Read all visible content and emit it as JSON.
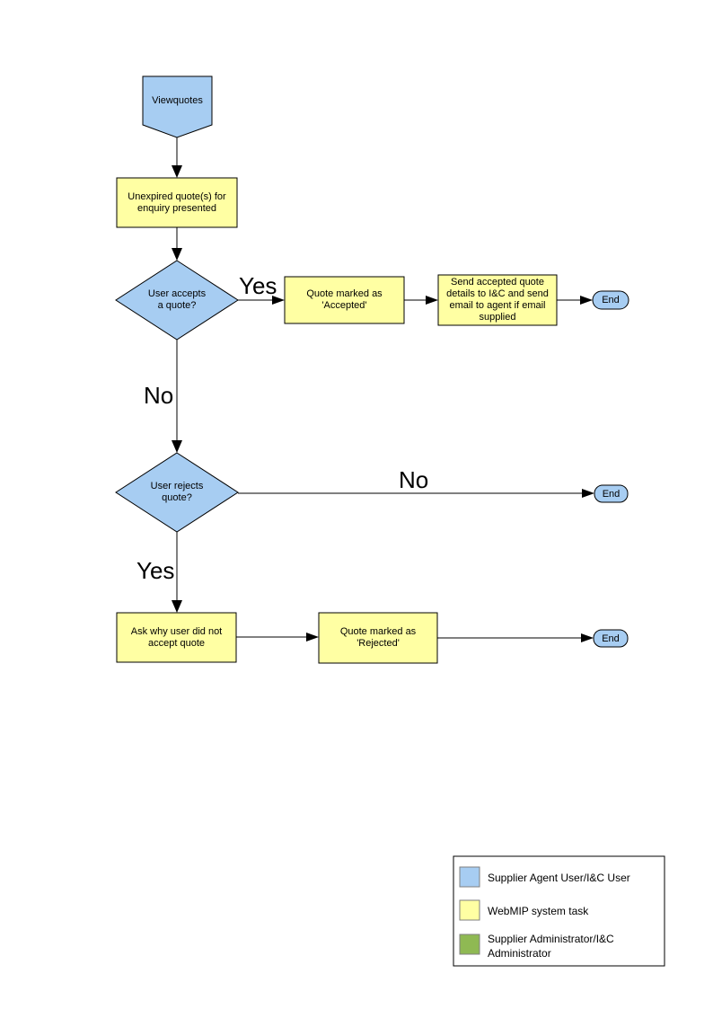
{
  "colors": {
    "actor_blue": "#a7cdf2",
    "task_yellow": "#ffffa3",
    "admin_green": "#8fb953",
    "line": "#000000"
  },
  "nodes": {
    "start": {
      "lines": [
        "Viewquotes"
      ]
    },
    "present": {
      "lines": [
        "Unexpired quote(s) for",
        "enquiry presented"
      ]
    },
    "accept_decision": {
      "lines": [
        "User accepts",
        "a quote?"
      ]
    },
    "mark_accepted": {
      "lines": [
        "Quote  marked as",
        "'Accepted'"
      ]
    },
    "send_details": {
      "lines": [
        "Send accepted quote",
        "details to I&C and send",
        "email to agent if email",
        "supplied"
      ]
    },
    "reject_decision": {
      "lines": [
        "User rejects",
        "quote?"
      ]
    },
    "ask_why": {
      "lines": [
        "Ask why user did not",
        "accept quote"
      ]
    },
    "mark_rejected": {
      "lines": [
        "Quote  marked as",
        "'Rejected'"
      ]
    },
    "end1": {
      "label": "End"
    },
    "end2": {
      "label": "End"
    },
    "end3": {
      "label": "End"
    }
  },
  "edges": {
    "accept_yes": "Yes",
    "accept_no": "No",
    "reject_no": "No",
    "reject_yes": "Yes"
  },
  "legend": {
    "items": [
      {
        "color": "#a7cdf2",
        "lines": [
          "Supplier Agent User/I&C User"
        ]
      },
      {
        "color": "#ffffa3",
        "lines": [
          "WebMIP system task"
        ]
      },
      {
        "color": "#8fb953",
        "lines": [
          "Supplier Administrator/I&C",
          "Administrator"
        ]
      }
    ]
  }
}
